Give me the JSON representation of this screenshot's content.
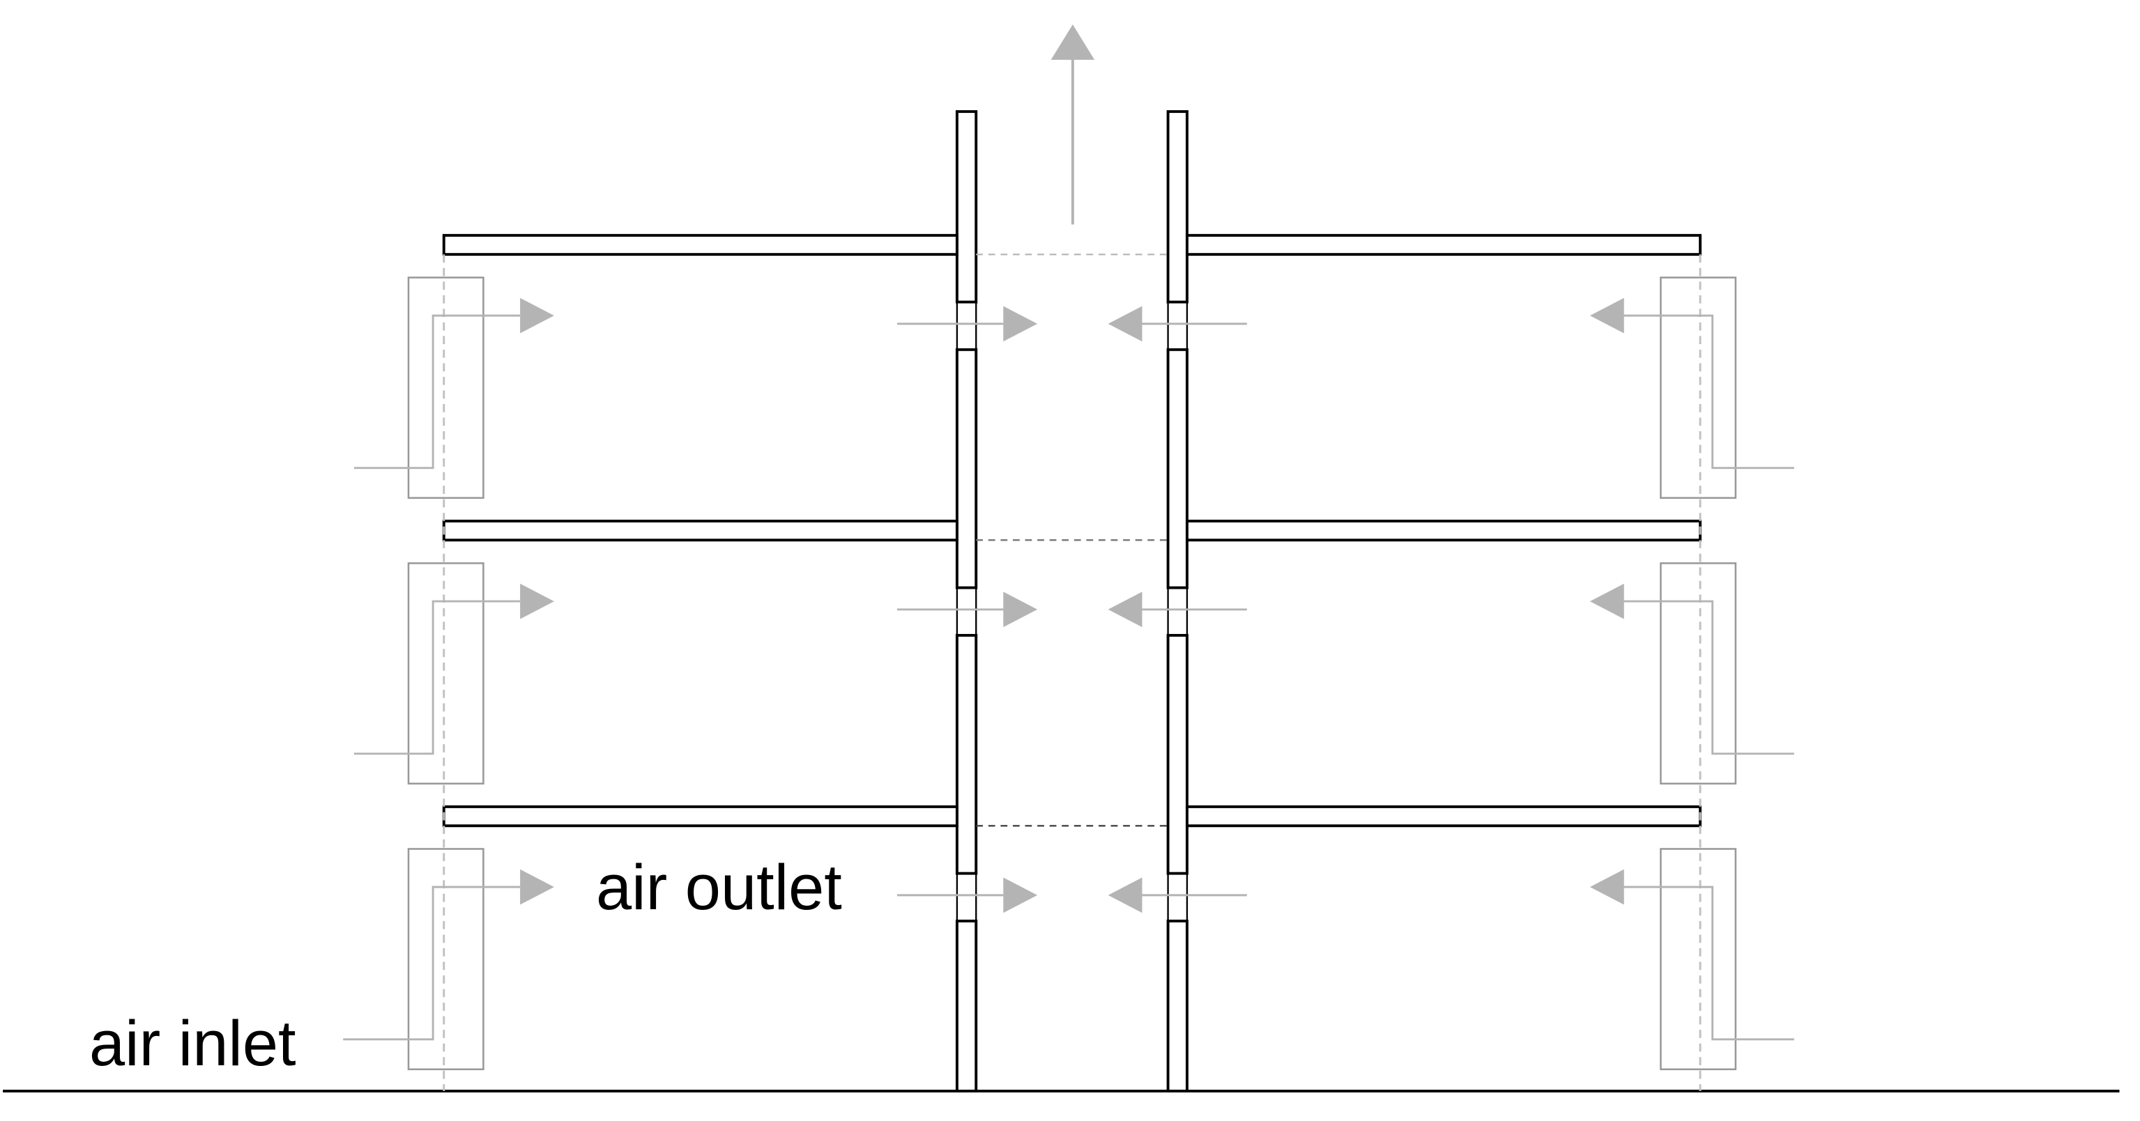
{
  "labels": {
    "air_outlet": "air outlet",
    "air_inlet": "air inlet"
  },
  "colors": {
    "wall": "#000000",
    "airflow": "#b4b4b4",
    "ductwork": "#a0a0a0",
    "floor_line_dashed": "#777777",
    "background": "#ffffff"
  },
  "structure": {
    "floors": 3,
    "sides": [
      "left",
      "right"
    ]
  }
}
